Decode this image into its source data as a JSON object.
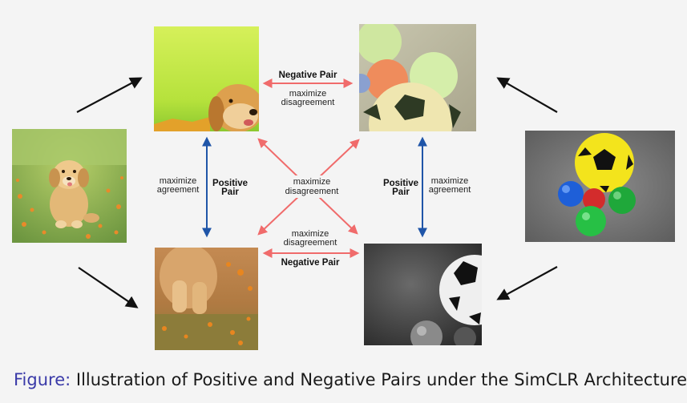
{
  "caption": {
    "prefix": "Figure:",
    "text": " Illustration of Positive and Negative Pairs under the SimCLR Architecture"
  },
  "labels": {
    "negative_pair": "Negative Pair",
    "positive_pair_line1": "Positive",
    "positive_pair_line2": "Pair",
    "maximize": "maximize",
    "disagreement": "disagreement",
    "agreement": "agreement"
  },
  "colors": {
    "negative_arrow": "#f06b6b",
    "positive_arrow": "#1f55a8",
    "input_arrow": "#111111",
    "caption_prefix": "#3a3aa8"
  },
  "images": [
    {
      "id": "puppy-original",
      "depicts": "golden retriever puppy sitting on grass with orange flowers"
    },
    {
      "id": "puppy-crop-top",
      "depicts": "cropped puppy head on bright green blurred background"
    },
    {
      "id": "puppy-crop-bottom",
      "depicts": "cropped puppy paws on grass with orange flowers"
    },
    {
      "id": "balls-original",
      "depicts": "soccer ball and colored plastic balls on gray carpet"
    },
    {
      "id": "balls-crop-top",
      "depicts": "pale color-jittered crop of balls"
    },
    {
      "id": "balls-crop-bottom",
      "depicts": "grayscale crop of soccer ball and balls"
    }
  ]
}
